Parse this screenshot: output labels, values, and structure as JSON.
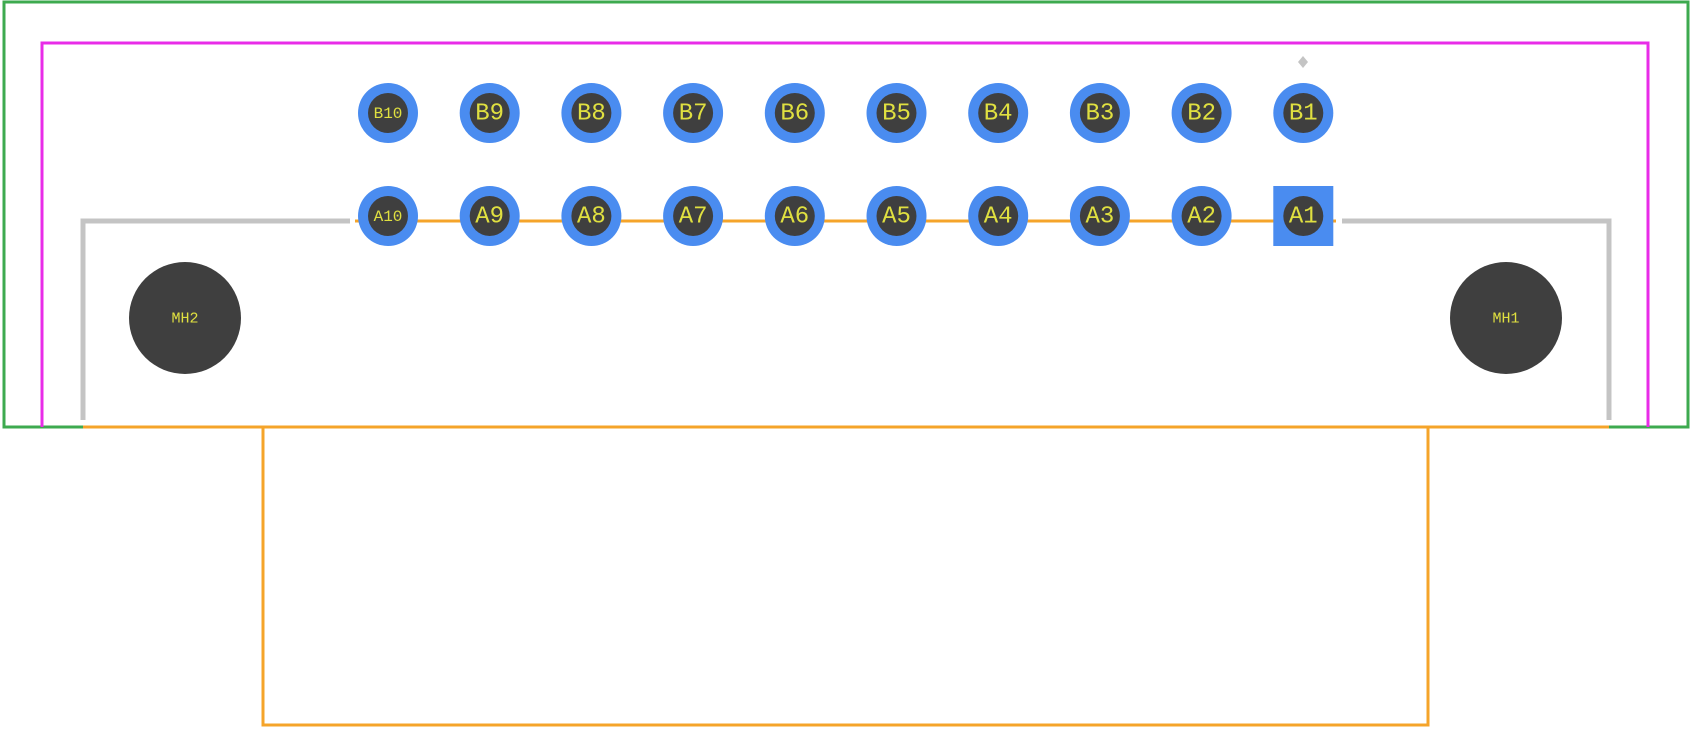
{
  "colors": {
    "background": "#ffffff",
    "courtyard": "#3daa4f",
    "board_outline": "#e82ce8",
    "silkscreen": "#c4c4c4",
    "fabrication": "#f5a42a",
    "pad_copper": "#4a8cf0",
    "drill": "#3f3f3f",
    "pad_text": "#e0e040",
    "pin1_marker": "#c4c4c4"
  },
  "pads": {
    "row_b": [
      "B10",
      "B9",
      "B8",
      "B7",
      "B6",
      "B5",
      "B4",
      "B3",
      "B2",
      "B1"
    ],
    "row_a": [
      "A10",
      "A9",
      "A8",
      "A7",
      "A6",
      "A5",
      "A4",
      "A3",
      "A2",
      "A1"
    ],
    "square_pad": "A1"
  },
  "mounting_holes": {
    "left": "MH2",
    "right": "MH1"
  }
}
